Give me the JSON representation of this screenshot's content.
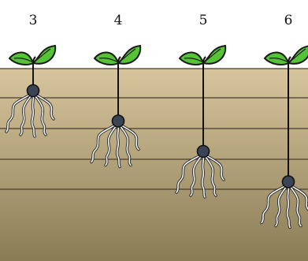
{
  "stages": [
    {
      "label": "3",
      "depth": 1
    },
    {
      "label": "4",
      "depth": 2
    },
    {
      "label": "5",
      "depth": 3
    },
    {
      "label": "6",
      "depth": 4
    }
  ],
  "colors": {
    "soil_top": "#d7c59d",
    "soil_bottom": "#8a7c55",
    "leaf": "#56c336",
    "seed": "#3b4454"
  }
}
